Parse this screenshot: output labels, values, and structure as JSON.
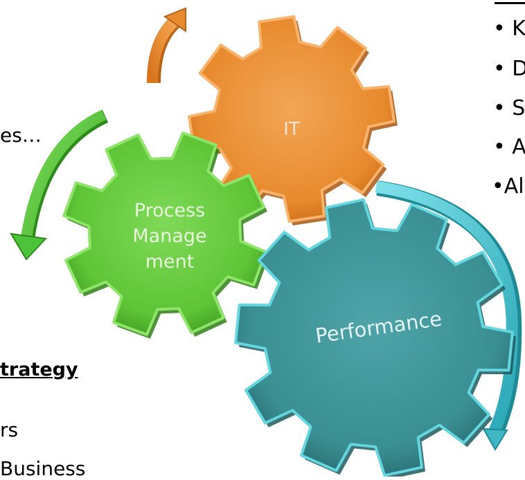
{
  "gears": {
    "it": "IT",
    "process": [
      "Process",
      "Manage",
      "ment"
    ],
    "performance": "Performance"
  },
  "left_text": {
    "line1": "es…",
    "heading": "trategy",
    "line2": "rs",
    "line3": "Business"
  },
  "right_list": {
    "items": [
      "• K",
      "• D",
      "• S",
      "• A",
      "•Al"
    ]
  },
  "colors": {
    "it_gear": "#e88a2e",
    "process_gear": "#62c63a",
    "performance_gear": "#3a8f93",
    "performance_arc": "#4cc3d0",
    "orange_arrow": "#e88a2e",
    "green_arrow": "#4cc33a"
  }
}
